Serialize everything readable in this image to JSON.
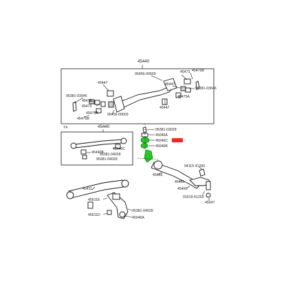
{
  "main_assembly": {
    "number": "45440"
  },
  "upper_box": {
    "labels": {
      "p45447_left": "45447",
      "p95456": "95456-00609",
      "p45473_right": "45473",
      "p45475b_right": "45475B",
      "p45447_right": "45447",
      "p95381_right": "95381-03046",
      "p45475a_right": "45475A",
      "p95381_left": "95381-03046",
      "p45475_left": "45475",
      "p45473_left": "45473",
      "p45475a_left": "45475A",
      "p96456": "96456-00609",
      "p45447_bottom": "45447",
      "p45475b_left": "45475B"
    }
  },
  "lower_left_box": {
    "tag": "T4",
    "number": "45440",
    "labels": {
      "p45440b": "45440B",
      "p45440c": "45440C",
      "p95381_04028a": "95381-04028",
      "p95381_04028b": "95381-04028"
    }
  },
  "right_column": {
    "labels": {
      "p95381_03028": "95381-03028",
      "p45046a": "45046A",
      "p45046c": "45046C",
      "p45046b": "45046B",
      "p45466": "45466",
      "p94115": "94115-41200",
      "p45461": "45461",
      "p45466b": "45466",
      "p91619": "91619-61250",
      "p45047": "45047"
    },
    "highlight_note": "45046C"
  },
  "lower_left": {
    "labels": {
      "p45411": "45411",
      "p45611e": "45611E",
      "p45611d": "45611D",
      "p95381_04028": "95381-04028",
      "p45046a": "45046A"
    }
  },
  "colors": {
    "highlight": "#22cc22",
    "accent": "#ff2222"
  }
}
